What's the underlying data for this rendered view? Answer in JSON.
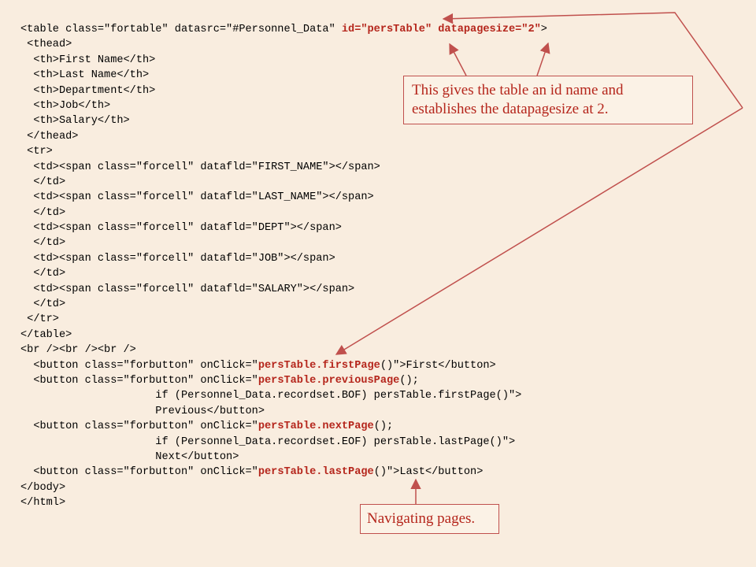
{
  "code_lines": [
    [
      {
        "t": "<table class=\"fortable\" datasrc=\"#Personnel_Data\" "
      },
      {
        "t": "id=\"persTable\" datapagesize=\"2\"",
        "h": true
      },
      {
        "t": ">"
      }
    ],
    [
      {
        "t": " <thead>"
      }
    ],
    [
      {
        "t": "  <th>First Name</th>"
      }
    ],
    [
      {
        "t": "  <th>Last Name</th>"
      }
    ],
    [
      {
        "t": "  <th>Department</th>"
      }
    ],
    [
      {
        "t": "  <th>Job</th>"
      }
    ],
    [
      {
        "t": "  <th>Salary</th>"
      }
    ],
    [
      {
        "t": " </thead>"
      }
    ],
    [
      {
        "t": " <tr>"
      }
    ],
    [
      {
        "t": "  <td><span class=\"forcell\" datafld=\"FIRST_NAME\"></span>"
      }
    ],
    [
      {
        "t": "  </td>"
      }
    ],
    [
      {
        "t": "  <td><span class=\"forcell\" datafld=\"LAST_NAME\"></span>"
      }
    ],
    [
      {
        "t": "  </td>"
      }
    ],
    [
      {
        "t": "  <td><span class=\"forcell\" datafld=\"DEPT\"></span>"
      }
    ],
    [
      {
        "t": "  </td>"
      }
    ],
    [
      {
        "t": "  <td><span class=\"forcell\" datafld=\"JOB\"></span>"
      }
    ],
    [
      {
        "t": "  </td>"
      }
    ],
    [
      {
        "t": "  <td><span class=\"forcell\" datafld=\"SALARY\"></span>"
      }
    ],
    [
      {
        "t": "  </td>"
      }
    ],
    [
      {
        "t": " </tr>"
      }
    ],
    [
      {
        "t": "</table>"
      }
    ],
    [
      {
        "t": "<br /><br /><br />"
      }
    ],
    [
      {
        "t": "  <button class=\"forbutton\" onClick=\""
      },
      {
        "t": "persTable.firstPage",
        "h": true
      },
      {
        "t": "()\">First</button>"
      }
    ],
    [
      {
        "t": "  <button class=\"forbutton\" onClick=\""
      },
      {
        "t": "persTable.previousPage",
        "h": true
      },
      {
        "t": "();"
      }
    ],
    [
      {
        "t": "                     if (Personnel_Data.recordset.BOF) persTable.firstPage()\">"
      }
    ],
    [
      {
        "t": "                     Previous</button>"
      }
    ],
    [
      {
        "t": "  <button class=\"forbutton\" onClick=\""
      },
      {
        "t": "persTable.nextPage",
        "h": true
      },
      {
        "t": "();"
      }
    ],
    [
      {
        "t": "                     if (Personnel_Data.recordset.EOF) persTable.lastPage()\">"
      }
    ],
    [
      {
        "t": "                     Next</button>"
      }
    ],
    [
      {
        "t": "  <button class=\"forbutton\" onClick=\""
      },
      {
        "t": "persTable.lastPage",
        "h": true
      },
      {
        "t": "()\">Last</button>"
      }
    ],
    [
      {
        "t": "</body>"
      }
    ],
    [
      {
        "t": "</html>"
      }
    ]
  ],
  "callouts": {
    "table_id": "This gives the table an id name and establishes the datapagesize at 2.",
    "navigation": "Navigating pages."
  },
  "colors": {
    "background": "#f9eddf",
    "highlight": "#b5261c",
    "arrow": "#c0504d"
  }
}
